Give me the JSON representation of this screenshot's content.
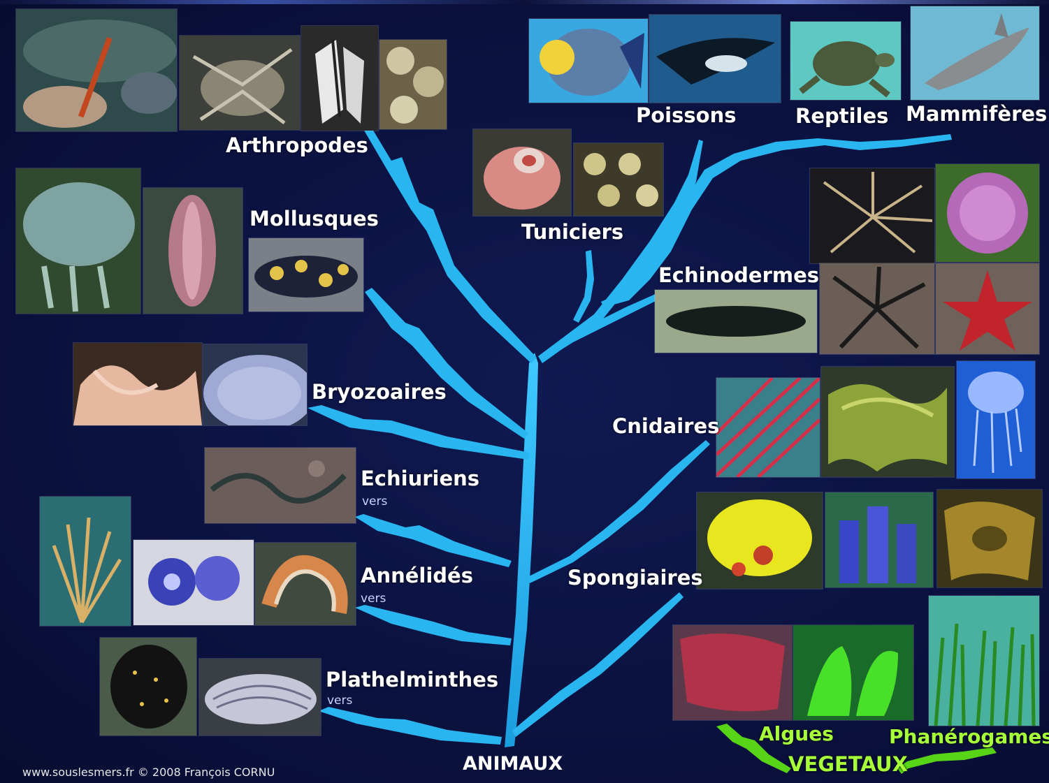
{
  "animal_root": "ANIMAUX",
  "plant_root": "VEGETAUX",
  "credit": "www.souslesmers.fr © 2008 François CORNU",
  "groups": {
    "arthropodes": {
      "label": "Arthropodes"
    },
    "mollusques": {
      "label": "Mollusques"
    },
    "bryozoaires": {
      "label": "Bryozoaires"
    },
    "echiuriens": {
      "label": "Echiuriens",
      "sub": "vers"
    },
    "annelides": {
      "label": "Annélidés",
      "sub": "vers"
    },
    "plathelminthes": {
      "label": "Plathelminthes",
      "sub": "vers"
    },
    "poissons": {
      "label": "Poissons"
    },
    "reptiles": {
      "label": "Reptiles"
    },
    "mammiferes": {
      "label": "Mammifères"
    },
    "tuniciers": {
      "label": "Tuniciers"
    },
    "echinodermes": {
      "label": "Echinodermes"
    },
    "cnidaires": {
      "label": "Cnidaires"
    },
    "spongiaires": {
      "label": "Spongiaires"
    },
    "algues": {
      "label": "Algues"
    },
    "phanerogames": {
      "label": "Phanérogames"
    }
  },
  "colors": {
    "background": "#0b1138",
    "animal_branch": "#29b6f0",
    "plant_branch": "#58d417",
    "plant_label": "#a7ff3a"
  }
}
